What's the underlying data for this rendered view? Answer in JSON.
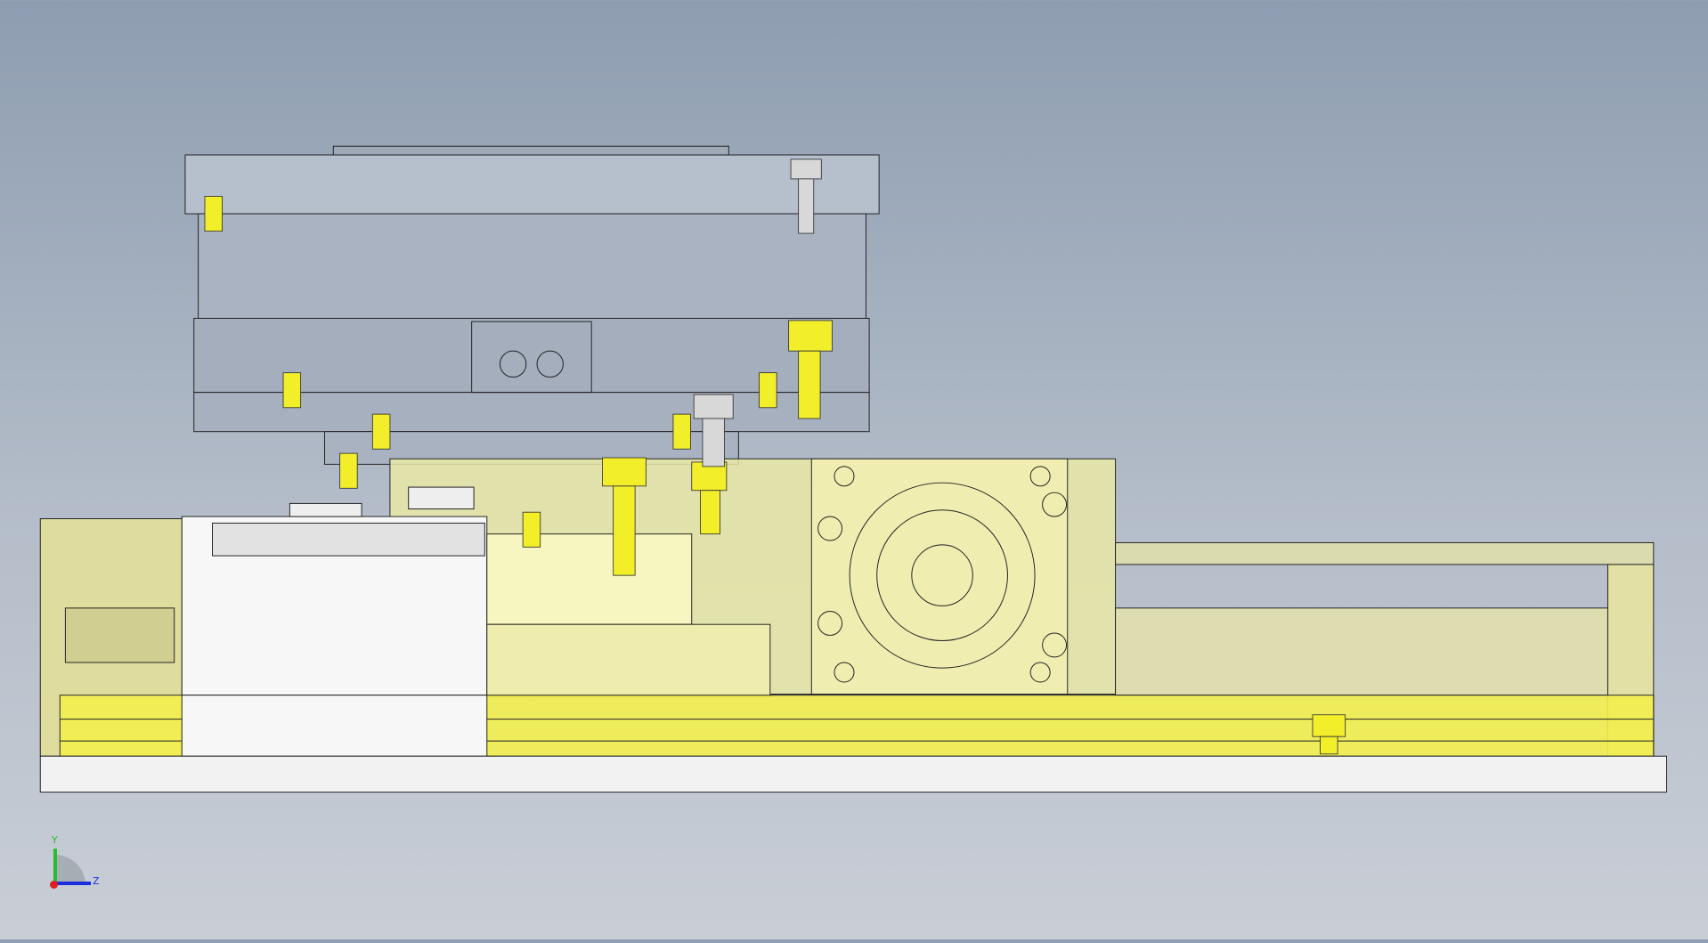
{
  "viewport": {
    "view": "cad-3d-model-view"
  },
  "triad": {
    "y_label": "Y",
    "z_label": "Z"
  },
  "colors": {
    "background_top": "#8e9db1",
    "background_bottom": "#c9ced6",
    "part_gray": "#b5bcc8",
    "part_yellow": "#f2f04a",
    "part_translucent": "#e8e6a0",
    "outline": "#1a1a1a"
  }
}
